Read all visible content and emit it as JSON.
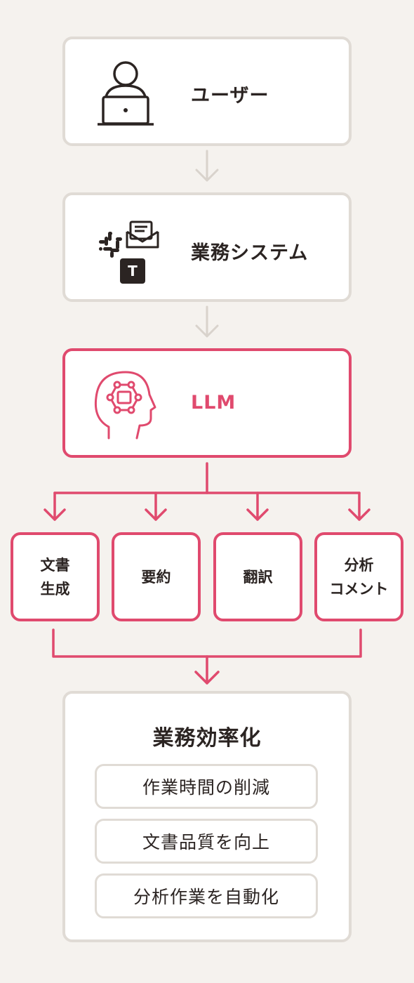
{
  "steps": {
    "user": {
      "label": "ユーザー",
      "icon": "user-laptop-icon"
    },
    "system": {
      "label": "業務システム",
      "icons": [
        "slack-icon",
        "mail-icon",
        "teams-icon"
      ],
      "teams_letter": "T"
    },
    "llm": {
      "label": "LLM",
      "icon": "ai-head-icon"
    }
  },
  "tasks": [
    {
      "line1": "文書",
      "line2": "生成"
    },
    {
      "line1": "要約",
      "line2": ""
    },
    {
      "line1": "翻訳",
      "line2": ""
    },
    {
      "line1": "分析",
      "line2": "コメント"
    }
  ],
  "result": {
    "title": "業務効率化",
    "items": [
      "作業時間の削減",
      "文書品質を向上",
      "分析作業を自動化"
    ]
  },
  "colors": {
    "accent": "#e04a6e",
    "neutral_border": "#e0dbd5",
    "background": "#f5f2ee"
  }
}
